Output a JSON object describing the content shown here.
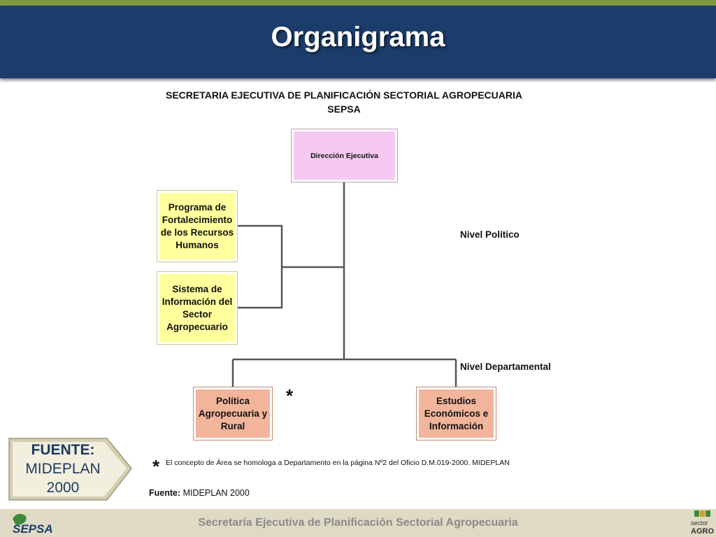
{
  "header": {
    "title": "Organigrama"
  },
  "diagram": {
    "heading_line1": "SECRETARIA EJECUTIVA DE PLANIFICACIÓN SECTORIAL AGROPECUARIA",
    "heading_line2": "SEPSA",
    "nodes": {
      "direccion": "Dirección Ejecutiva",
      "programa": "Programa de Fortalecimiento de los Recursos Humanos",
      "sistema": "Sistema de Información del Sector Agropecuario",
      "politica": "Política Agropecuaria y Rural",
      "estudios": "Estudios Económicos e Información"
    },
    "levels": {
      "politico": "Nivel Político",
      "departamental": "Nivel Departamental"
    },
    "asterisk": "*"
  },
  "note": {
    "marker": "*",
    "text": "El concepto de Área se homologa a Departamento en la página Nº2 del Oficio D.M.019-2000. MIDEPLAN"
  },
  "source": {
    "label": "Fuente:",
    "value": "MIDEPLAN 2000"
  },
  "fuente_callout": {
    "heading": "FUENTE:",
    "line1": "MIDEPLAN",
    "line2": "2000"
  },
  "footer": {
    "text": "Secretaría Ejecutiva de Planificación Sectorial Agropecuaria",
    "logo_left": "SEPSA",
    "logo_right_line1": "sector",
    "logo_right_line2": "AGRO"
  },
  "colors": {
    "header_bg": "#1c3d6b",
    "top_strip": "#7c9a3c",
    "box_pink": "#f6c9f2",
    "box_yellow": "#ffff9e",
    "box_salmon": "#f2b59c",
    "footer_bg": "#dfdac4"
  }
}
